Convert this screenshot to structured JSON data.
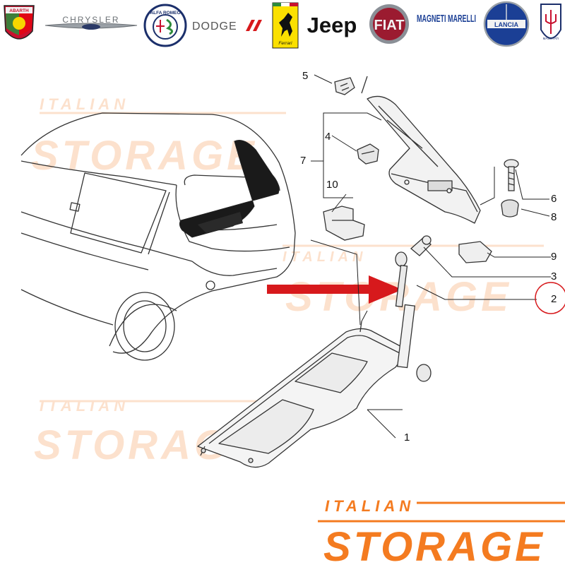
{
  "brands": [
    {
      "name": "ABARTH",
      "icon": "abarth-scorpion-logo"
    },
    {
      "name": "CHRYSLER",
      "icon": "chrysler-wings-logo"
    },
    {
      "name": "ALFA ROMEO",
      "icon": "alfa-romeo-logo"
    },
    {
      "name": "DODGE",
      "icon": "dodge-wordmark-logo"
    },
    {
      "name": "Ferrari",
      "icon": "ferrari-horse-logo"
    },
    {
      "name": "Jeep",
      "icon": "jeep-wordmark-logo"
    },
    {
      "name": "FIAT",
      "icon": "fiat-badge-logo"
    },
    {
      "name": "MAGNETI MARELLI",
      "icon": "magneti-marelli-logo"
    },
    {
      "name": "LANCIA",
      "icon": "lancia-badge-logo"
    },
    {
      "name": "MASERATI",
      "icon": "maserati-trident-logo"
    }
  ],
  "watermark": {
    "line1": "ITALIAN",
    "line2": "STORAGE",
    "color": "#f47b20"
  },
  "callouts": {
    "c1": "1",
    "c2": "2",
    "c3": "3",
    "c4": "4",
    "c5": "5",
    "c6": "6",
    "c7": "7",
    "c8": "8",
    "c9": "9",
    "c10": "10"
  },
  "highlight": {
    "part": "2",
    "color": "#d7191c"
  }
}
